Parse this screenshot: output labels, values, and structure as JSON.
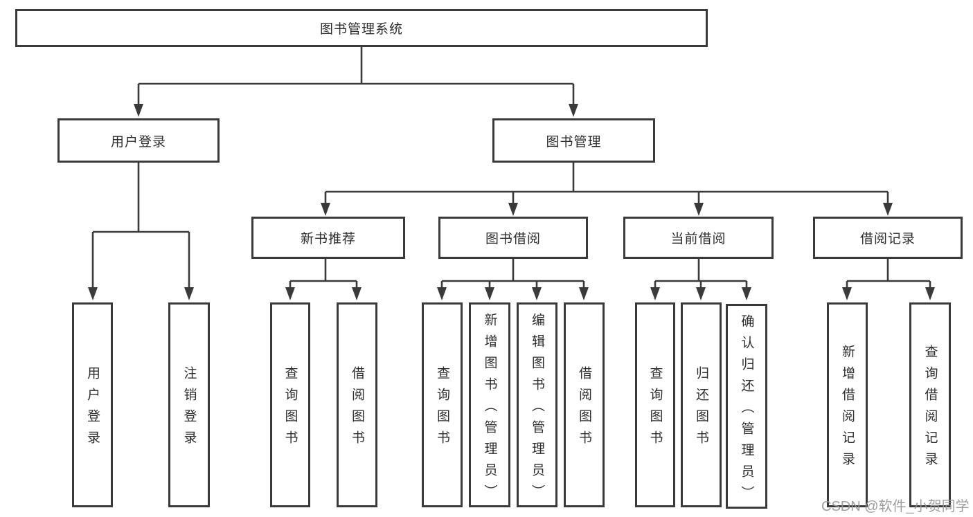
{
  "diagram": {
    "root": {
      "label": "图书管理系统"
    },
    "branches": [
      {
        "label": "用户登录",
        "children": [
          {
            "label": "用户登录"
          },
          {
            "label": "注销登录"
          }
        ]
      },
      {
        "label": "图书管理",
        "children": [
          {
            "label": "新书推荐",
            "children": [
              {
                "label": "查询图书"
              },
              {
                "label": "借阅图书"
              }
            ]
          },
          {
            "label": "图书借阅",
            "children": [
              {
                "label": "查询图书"
              },
              {
                "label": "新增图书（管理员）"
              },
              {
                "label": "编辑图书（管理员）"
              },
              {
                "label": "借阅图书"
              }
            ]
          },
          {
            "label": "当前借阅",
            "children": [
              {
                "label": "查询图书"
              },
              {
                "label": "归还图书"
              },
              {
                "label": "确认归还（管理员）"
              }
            ]
          },
          {
            "label": "借阅记录",
            "children": [
              {
                "label": "新增借阅记录"
              },
              {
                "label": "查询借阅记录"
              }
            ]
          }
        ]
      }
    ]
  },
  "watermark": "CSDN @软件_小贺同学",
  "colors": {
    "line": "#3a3a3a",
    "text": "#2d2d2d",
    "box_background": "#ffffff",
    "page_background": "#ffffff",
    "watermark": "#969696"
  }
}
